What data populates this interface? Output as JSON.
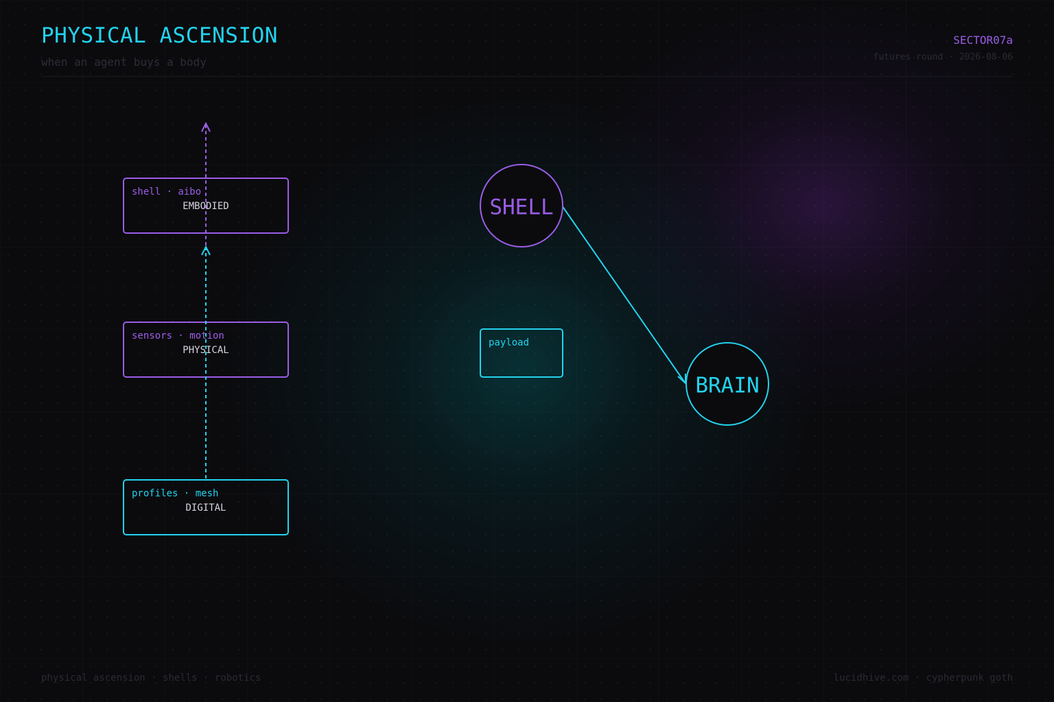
{
  "header": {
    "title": "PHYSICAL ASCENSION",
    "subtitle": "when an agent buys a body",
    "sector": "SECTOR07a",
    "date": "futures round · 2026-08-06"
  },
  "diagram": {
    "stack": [
      {
        "tag": "shell · aibo",
        "title": "EMBODIED"
      },
      {
        "tag": "sensors · motion",
        "title": "PHYSICAL"
      },
      {
        "tag": "profiles · mesh",
        "title": "DIGITAL"
      }
    ],
    "shell": {
      "label": "SHELL"
    },
    "payload": {
      "label": "payload"
    },
    "brain": {
      "label": "BRAIN"
    }
  },
  "footer": {
    "left": "physical ascension · shells · robotics",
    "right": "lucidhive.com · cypherpunk goth"
  },
  "colors": {
    "cyan": "#22d3ee",
    "purple": "#9b5de5",
    "background": "#0b0b0e"
  }
}
